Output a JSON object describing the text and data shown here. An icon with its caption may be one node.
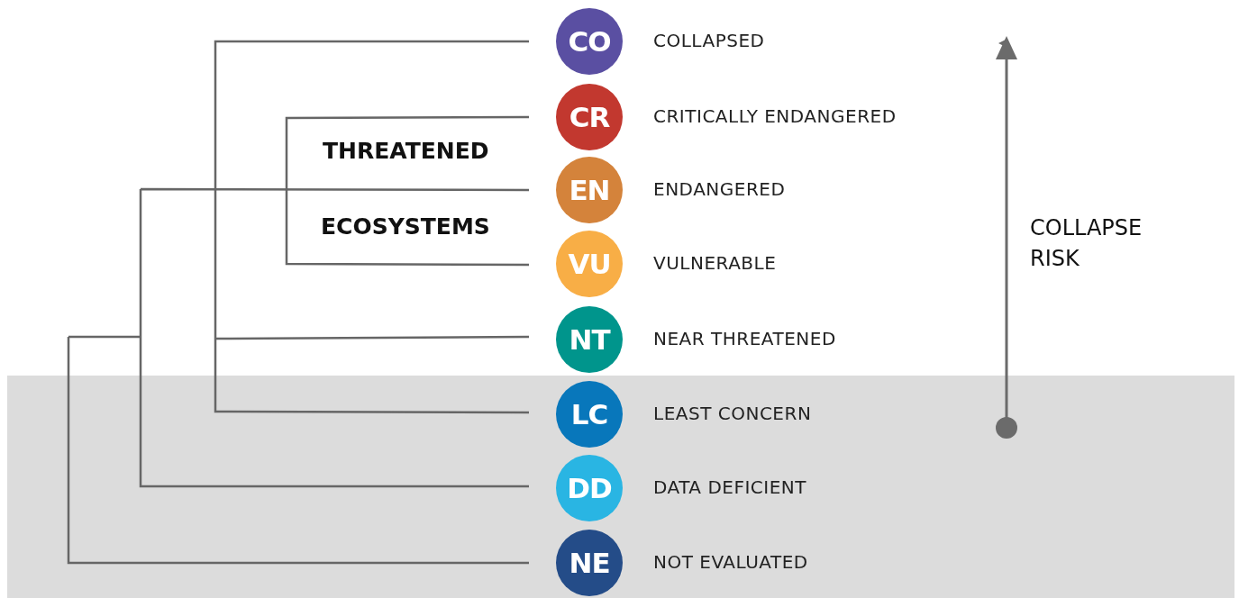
{
  "diagram": {
    "nodes": [
      {
        "text": [
          "CO"
        ],
        "beside": [
          "COLLAPSED"
        ]
      },
      {
        "text": [
          "CR"
        ],
        "beside": [
          "CRITICALLY ENDANGERED"
        ]
      },
      {
        "text": [
          "EN"
        ],
        "beside": [
          "ENDANGERED"
        ]
      },
      {
        "text": [
          "VU"
        ],
        "beside": [
          "VULNERABLE"
        ]
      },
      {
        "text": [
          "NT"
        ],
        "beside": [
          "NEAR THREATENED"
        ]
      },
      {
        "text": [
          "LC"
        ],
        "beside": [
          "LEAST CONCERN"
        ]
      },
      {
        "text": [
          "DD"
        ],
        "beside": [
          "DATA DEFICIENT"
        ]
      },
      {
        "text": [
          "NE"
        ],
        "beside": [
          "NOT EVALUATED"
        ]
      }
    ],
    "labels": [
      "THREATENED",
      "ECOSYSTEMS",
      "COLLAPSE RISK"
    ]
  }
}
